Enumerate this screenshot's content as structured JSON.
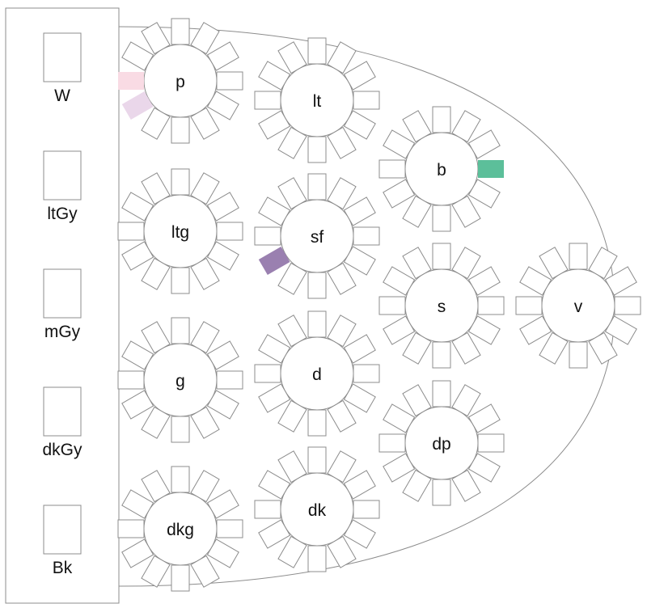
{
  "colors": {
    "stroke": "#8c8c8c",
    "background": "#ffffff",
    "text": "#111111"
  },
  "diagram": {
    "legend": [
      {
        "label": "W"
      },
      {
        "label": "ltGy"
      },
      {
        "label": "mGy"
      },
      {
        "label": "dkGy"
      },
      {
        "label": "Bk"
      }
    ],
    "wheels": [
      {
        "label": "p",
        "highlights": [
          {
            "slot": 9,
            "color": "#f9dbe4"
          },
          {
            "slot": 8,
            "color": "#ead7ea"
          }
        ]
      },
      {
        "label": "lt",
        "highlights": []
      },
      {
        "label": "b",
        "highlights": [
          {
            "slot": 3,
            "color": "#5cbf9a"
          }
        ]
      },
      {
        "label": "ltg",
        "highlights": []
      },
      {
        "label": "sf",
        "highlights": [
          {
            "slot": 8,
            "color": "#9a80b0"
          }
        ]
      },
      {
        "label": "s",
        "highlights": []
      },
      {
        "label": "v",
        "highlights": []
      },
      {
        "label": "g",
        "highlights": []
      },
      {
        "label": "d",
        "highlights": []
      },
      {
        "label": "dp",
        "highlights": []
      },
      {
        "label": "dkg",
        "highlights": []
      },
      {
        "label": "dk",
        "highlights": []
      }
    ]
  }
}
